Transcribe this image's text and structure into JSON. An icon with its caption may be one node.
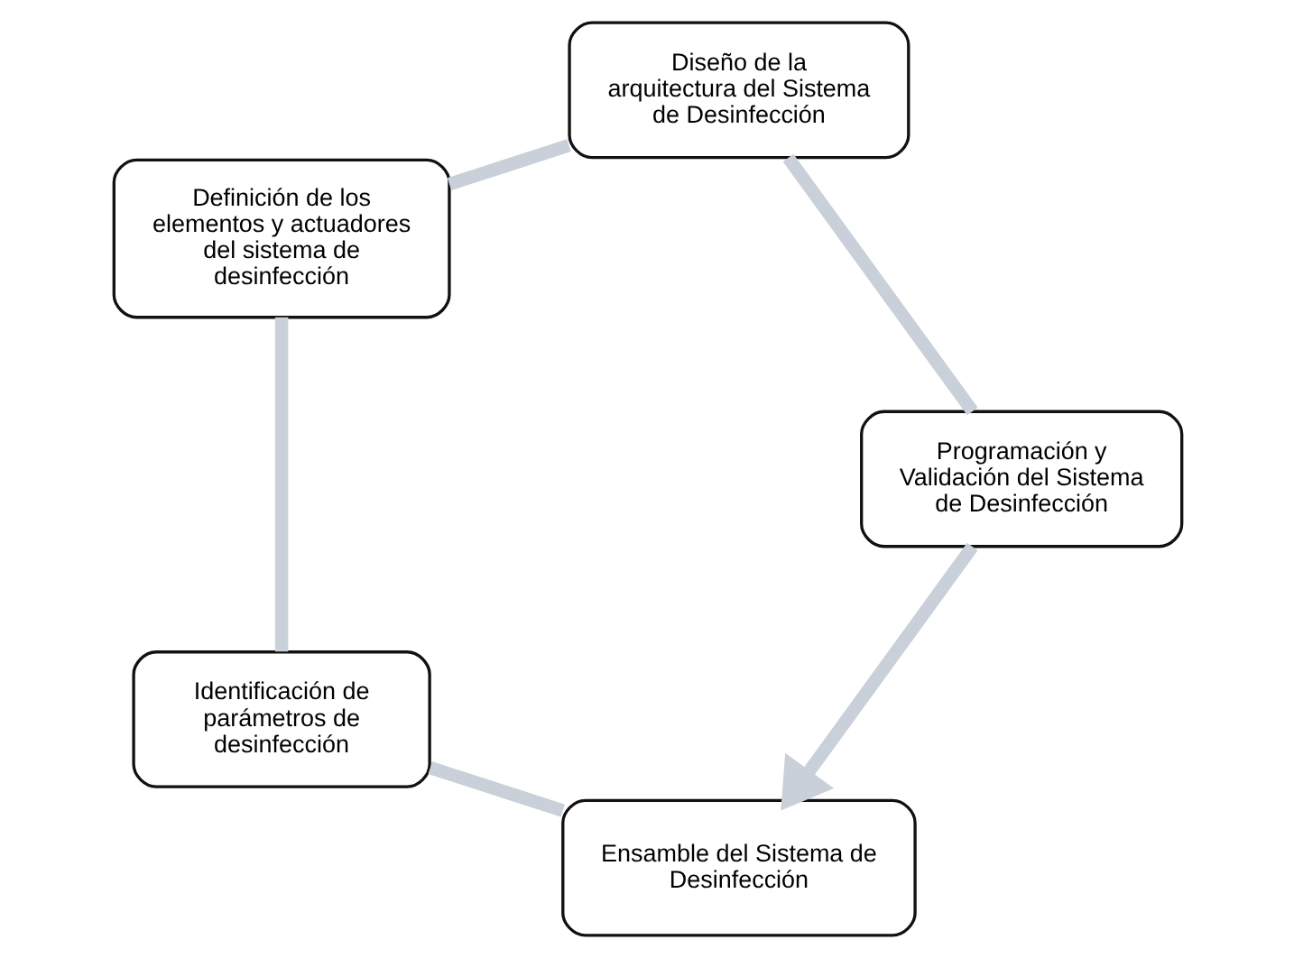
{
  "diagram": {
    "nodes": [
      {
        "text": [
          "Ensamble del Sistema de Desinfección"
        ]
      },
      {
        "text": [
          "Identificación de parámetros de desinfección"
        ]
      },
      {
        "text": [
          "Definición de los elementos y actuadores del sistema de desinfección"
        ]
      },
      {
        "text": [
          "Diseño de la arquitectura del Sistema de Desinfección"
        ]
      },
      {
        "text": [
          "Programación y Validación del Sistema de Desinfección"
        ]
      }
    ],
    "edges": [
      {
        "from": 0,
        "to": 1,
        "arrow": "none"
      },
      {
        "from": 1,
        "to": 2,
        "arrow": "none"
      },
      {
        "from": 2,
        "to": 3,
        "arrow": "none"
      },
      {
        "from": 3,
        "to": 4,
        "arrow": "none"
      },
      {
        "from": 4,
        "to": 0,
        "arrow": "to"
      }
    ]
  }
}
